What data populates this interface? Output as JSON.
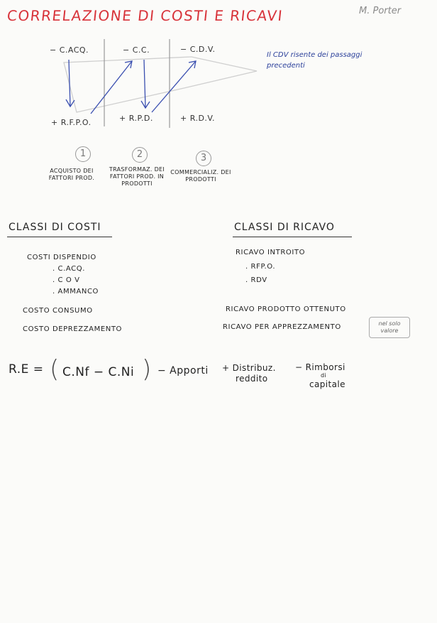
{
  "header": {
    "title": "CORRELAZIONE DI COSTI E RICAVI",
    "author": "M. Porter"
  },
  "diagram": {
    "top_labels": [
      "− C.ACQ.",
      "− C.C.",
      "− C.D.V."
    ],
    "bottom_labels": [
      "+ R.F.P.O.",
      "+ R.P.D.",
      "+ R.D.V."
    ],
    "note": "Il CDV risente dei passaggi precedenti"
  },
  "steps": [
    {
      "number": "1",
      "text": "ACQUISTO DEI FATTORI PROD."
    },
    {
      "number": "2",
      "text": "TRASFORMAZ. DEI FATTORI PROD. IN PRODOTTI"
    },
    {
      "number": "3",
      "text": "COMMERCIALIZ. DEI PRODOTTI"
    }
  ],
  "costi": {
    "heading": "CLASSI DI COSTI",
    "dispendio": "COSTI DISPENDIO",
    "dispendio_items": [
      ". C.ACQ.",
      ". C O V",
      ". AMMANCO"
    ],
    "consumo": "COSTO CONSUMO",
    "deprezzamento": "COSTO DEPREZZAMENTO"
  },
  "ricavi": {
    "heading": "CLASSI DI RICAVO",
    "introito": "RICAVO INTROITO",
    "introito_items": [
      ". RFP.O.",
      ". RDV"
    ],
    "ottenuto": "RICAVO PRODOTTO OTTENUTO",
    "apprezzamento": "RICAVO PER APPREZZAMENTO",
    "boxed_note": "nel solo valore"
  },
  "formula": {
    "re": "R.E =",
    "open_paren": "(",
    "cnf_minus": "C.Nf − C.Ni",
    "close_paren": ")",
    "apporti": "− Apporti",
    "distribuz": "+ Distribuz.",
    "reddito": "reddito",
    "rimborsi": "− Rimborsi",
    "di": "di",
    "capitale": "capitale"
  }
}
